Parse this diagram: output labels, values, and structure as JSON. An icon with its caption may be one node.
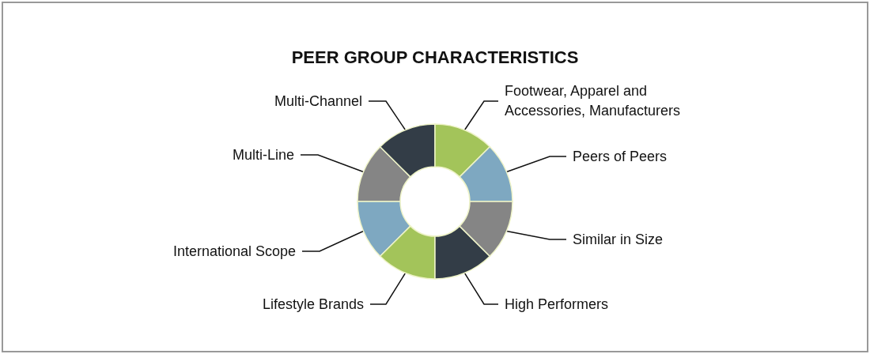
{
  "diagram": {
    "title": "PEER GROUP CHARACTERISTICS",
    "nodes": [
      {
        "text": [
          "Footwear, Apparel and Accessories, Manufacturers"
        ]
      },
      {
        "text": [
          "Peers of Peers"
        ]
      },
      {
        "text": [
          "Similar in Size"
        ]
      },
      {
        "text": [
          "High Performers"
        ]
      },
      {
        "text": [
          "Lifestyle Brands"
        ]
      },
      {
        "text": [
          "International Scope"
        ]
      },
      {
        "text": [
          "Multi-Line"
        ]
      },
      {
        "text": [
          "Multi-Channel"
        ]
      },
      {
        "text": [],
        "shape": "wedge"
      },
      {
        "text": [],
        "shape": "wedge"
      },
      {
        "text": [],
        "shape": "wedge"
      },
      {
        "text": [],
        "shape": "wedge"
      },
      {
        "text": [],
        "shape": "wedge"
      },
      {
        "text": [],
        "shape": "wedge"
      },
      {
        "text": [],
        "shape": "wedge"
      },
      {
        "text": [],
        "shape": "wedge"
      }
    ],
    "edges": [
      {
        "from": 0,
        "to": 12,
        "arrow": "none"
      },
      {
        "from": 1,
        "to": 14,
        "arrow": "none"
      },
      {
        "from": 2,
        "to": 15,
        "arrow": "none"
      },
      {
        "from": 3,
        "to": 13,
        "arrow": "none"
      },
      {
        "from": 4,
        "to": 11,
        "arrow": "none"
      },
      {
        "from": 5,
        "to": 9,
        "arrow": "none"
      },
      {
        "from": 6,
        "to": 8,
        "arrow": "none"
      },
      {
        "from": 7,
        "to": 10,
        "arrow": "none"
      }
    ]
  }
}
